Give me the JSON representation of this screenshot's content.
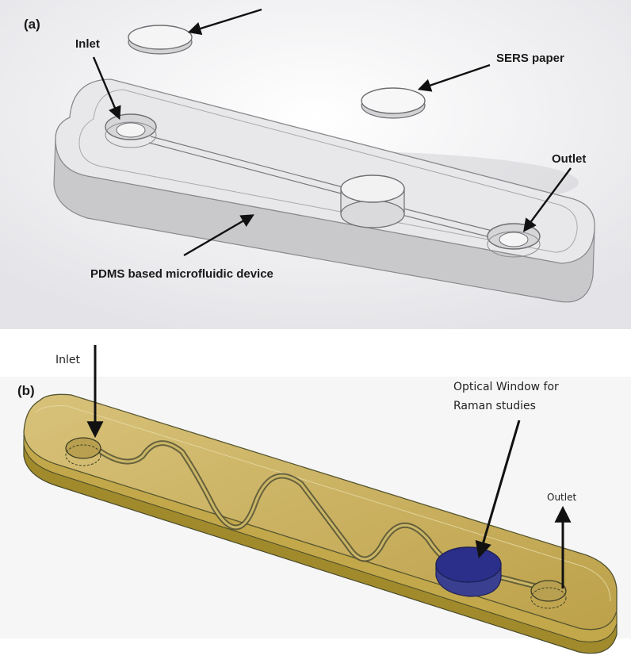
{
  "panel_a": {
    "panel_label": "(a)",
    "inlet_label": "Inlet",
    "sers_label": "SERS paper",
    "outlet_label": "Outlet",
    "device_label": "PDMS based microfluidic device"
  },
  "panel_b": {
    "panel_label": "(b)",
    "inlet_label": "Inlet",
    "window_label_line1": "Optical Window for",
    "window_label_line2": "Raman studies",
    "outlet_label": "Outlet"
  },
  "colors": {
    "pdms_clear": "#d9d9d9",
    "device_b_body": "#c9ae55",
    "optical_window": "#2b2f8a"
  }
}
